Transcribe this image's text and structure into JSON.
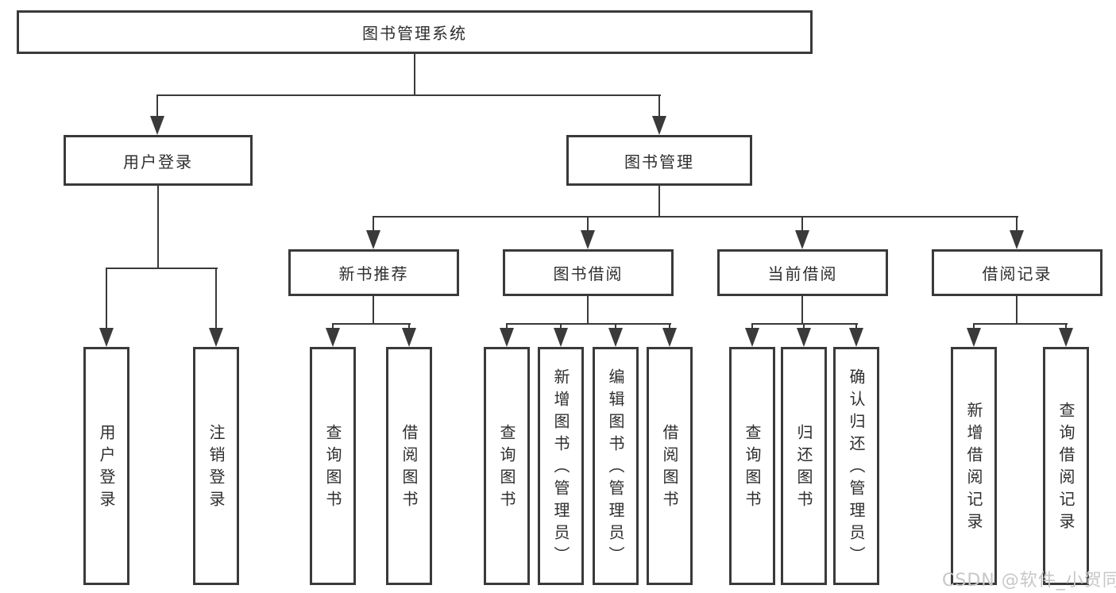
{
  "diagram": {
    "root": {
      "label": "图书管理系统"
    },
    "branches": [
      {
        "label": "用户登录",
        "children": [
          {
            "label": "用户登录"
          },
          {
            "label": "注销登录"
          }
        ]
      },
      {
        "label": "图书管理",
        "children": [
          {
            "label": "新书推荐",
            "children": [
              {
                "label": "查询图书"
              },
              {
                "label": "借阅图书"
              }
            ]
          },
          {
            "label": "图书借阅",
            "children": [
              {
                "label": "查询图书"
              },
              {
                "label": "新增图书（管理员）"
              },
              {
                "label": "编辑图书（管理员）"
              },
              {
                "label": "借阅图书"
              }
            ]
          },
          {
            "label": "当前借阅",
            "children": [
              {
                "label": "查询图书"
              },
              {
                "label": "归还图书"
              },
              {
                "label": "确认归还（管理员）"
              }
            ]
          },
          {
            "label": "借阅记录",
            "children": [
              {
                "label": "新增借阅记录"
              },
              {
                "label": "查询借阅记录"
              }
            ]
          }
        ]
      }
    ]
  },
  "watermark": {
    "text": "CSDN @软件_小贺同学"
  },
  "colors": {
    "line": "#3a3a3a",
    "text": "#2e2e2e",
    "watermark": "#c7c7c7",
    "background": "#ffffff"
  }
}
